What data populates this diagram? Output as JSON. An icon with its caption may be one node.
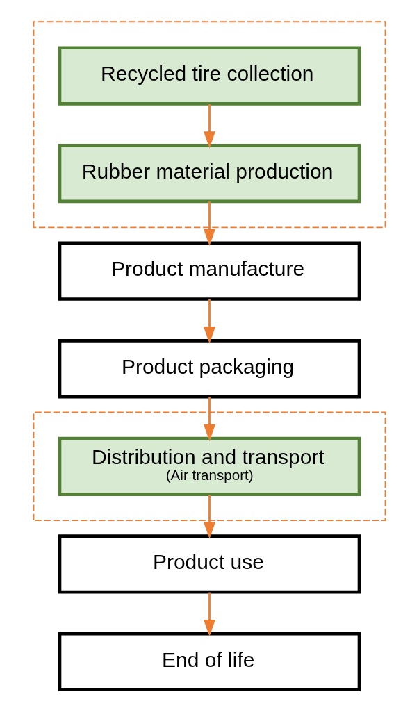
{
  "diagram": {
    "nodes": [
      {
        "text": [],
        "shape": "box"
      },
      {
        "text": [
          "Recycled tire collection"
        ],
        "in": 0
      },
      {
        "text": [
          "Rubber material production"
        ],
        "in": 0
      },
      {
        "text": [
          "Product manufacture"
        ]
      },
      {
        "text": [
          "Product packaging"
        ]
      },
      {
        "text": [],
        "shape": "box"
      },
      {
        "text": [
          "Distribution and transport",
          "(Air transport)"
        ],
        "in": 5
      },
      {
        "text": [
          "Product use"
        ]
      },
      {
        "text": [
          "End of life"
        ]
      }
    ],
    "edges": [
      {
        "from": 1,
        "to": 2,
        "arrow": "to",
        "color": "#ed7d31"
      },
      {
        "from": 2,
        "to": 3,
        "arrow": "to",
        "color": "#ed7d31"
      },
      {
        "from": 3,
        "to": 4,
        "arrow": "to",
        "color": "#ed7d31"
      },
      {
        "from": 4,
        "to": 6,
        "arrow": "to",
        "color": "#ed7d31"
      },
      {
        "from": 6,
        "to": 7,
        "arrow": "to",
        "color": "#ed7d31"
      },
      {
        "from": 7,
        "to": 8,
        "arrow": "to",
        "color": "#ed7d31"
      }
    ]
  }
}
